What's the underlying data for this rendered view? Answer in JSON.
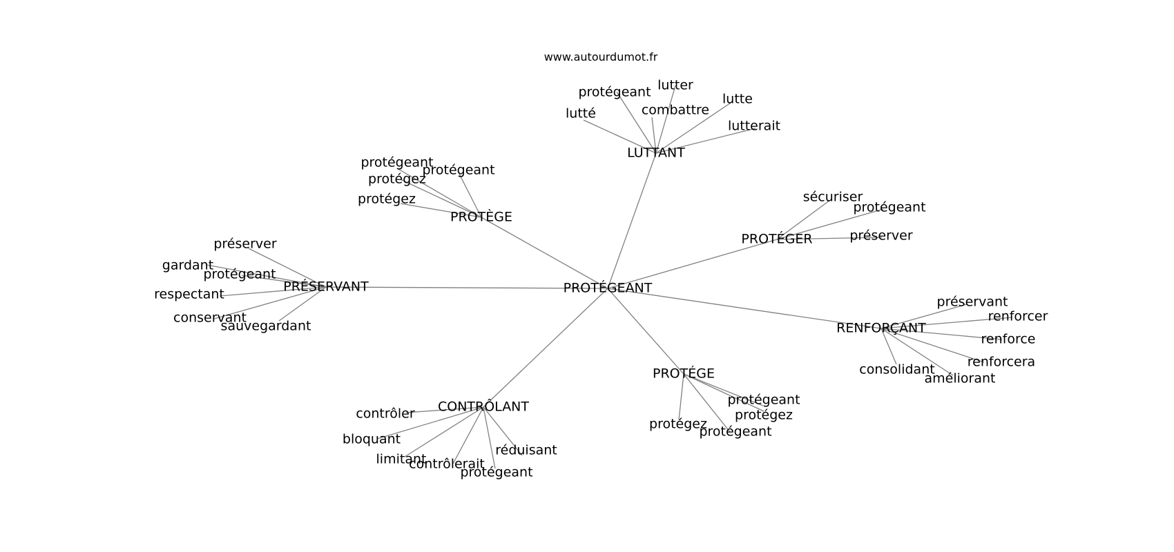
{
  "site": "www.autourdumot.fr",
  "colors": {
    "edge": "#808080",
    "text": "#000000",
    "background": "#ffffff"
  },
  "graph": {
    "center": "PROTÉGEANT",
    "clusters": [
      {
        "hub": "LUTTANT",
        "leaves": [
          "lutter",
          "protégeant",
          "lutte",
          "combattre",
          "lutté",
          "lutterait"
        ]
      },
      {
        "hub": "PROTÈGE",
        "leaves": [
          "protégeant",
          "protégeant",
          "protégez",
          "protégez"
        ]
      },
      {
        "hub": "PROTÉGER",
        "leaves": [
          "sécuriser",
          "protégeant",
          "préserver"
        ]
      },
      {
        "hub": "PRÉSERVANT",
        "leaves": [
          "préserver",
          "gardant",
          "protégeant",
          "respectant",
          "conservant",
          "sauvegardant"
        ]
      },
      {
        "hub": "RENFORÇANT",
        "leaves": [
          "préservant",
          "renforcer",
          "renforce",
          "renforcera",
          "consolidant",
          "améliorant"
        ]
      },
      {
        "hub": "PROTÉGE",
        "leaves": [
          "protégeant",
          "protégez",
          "protégeant",
          "protégez"
        ]
      },
      {
        "hub": "CONTRÔLANT",
        "leaves": [
          "contrôler",
          "bloquant",
          "limitant",
          "contrôlerait",
          "réduisant",
          "protégeant"
        ]
      }
    ]
  }
}
